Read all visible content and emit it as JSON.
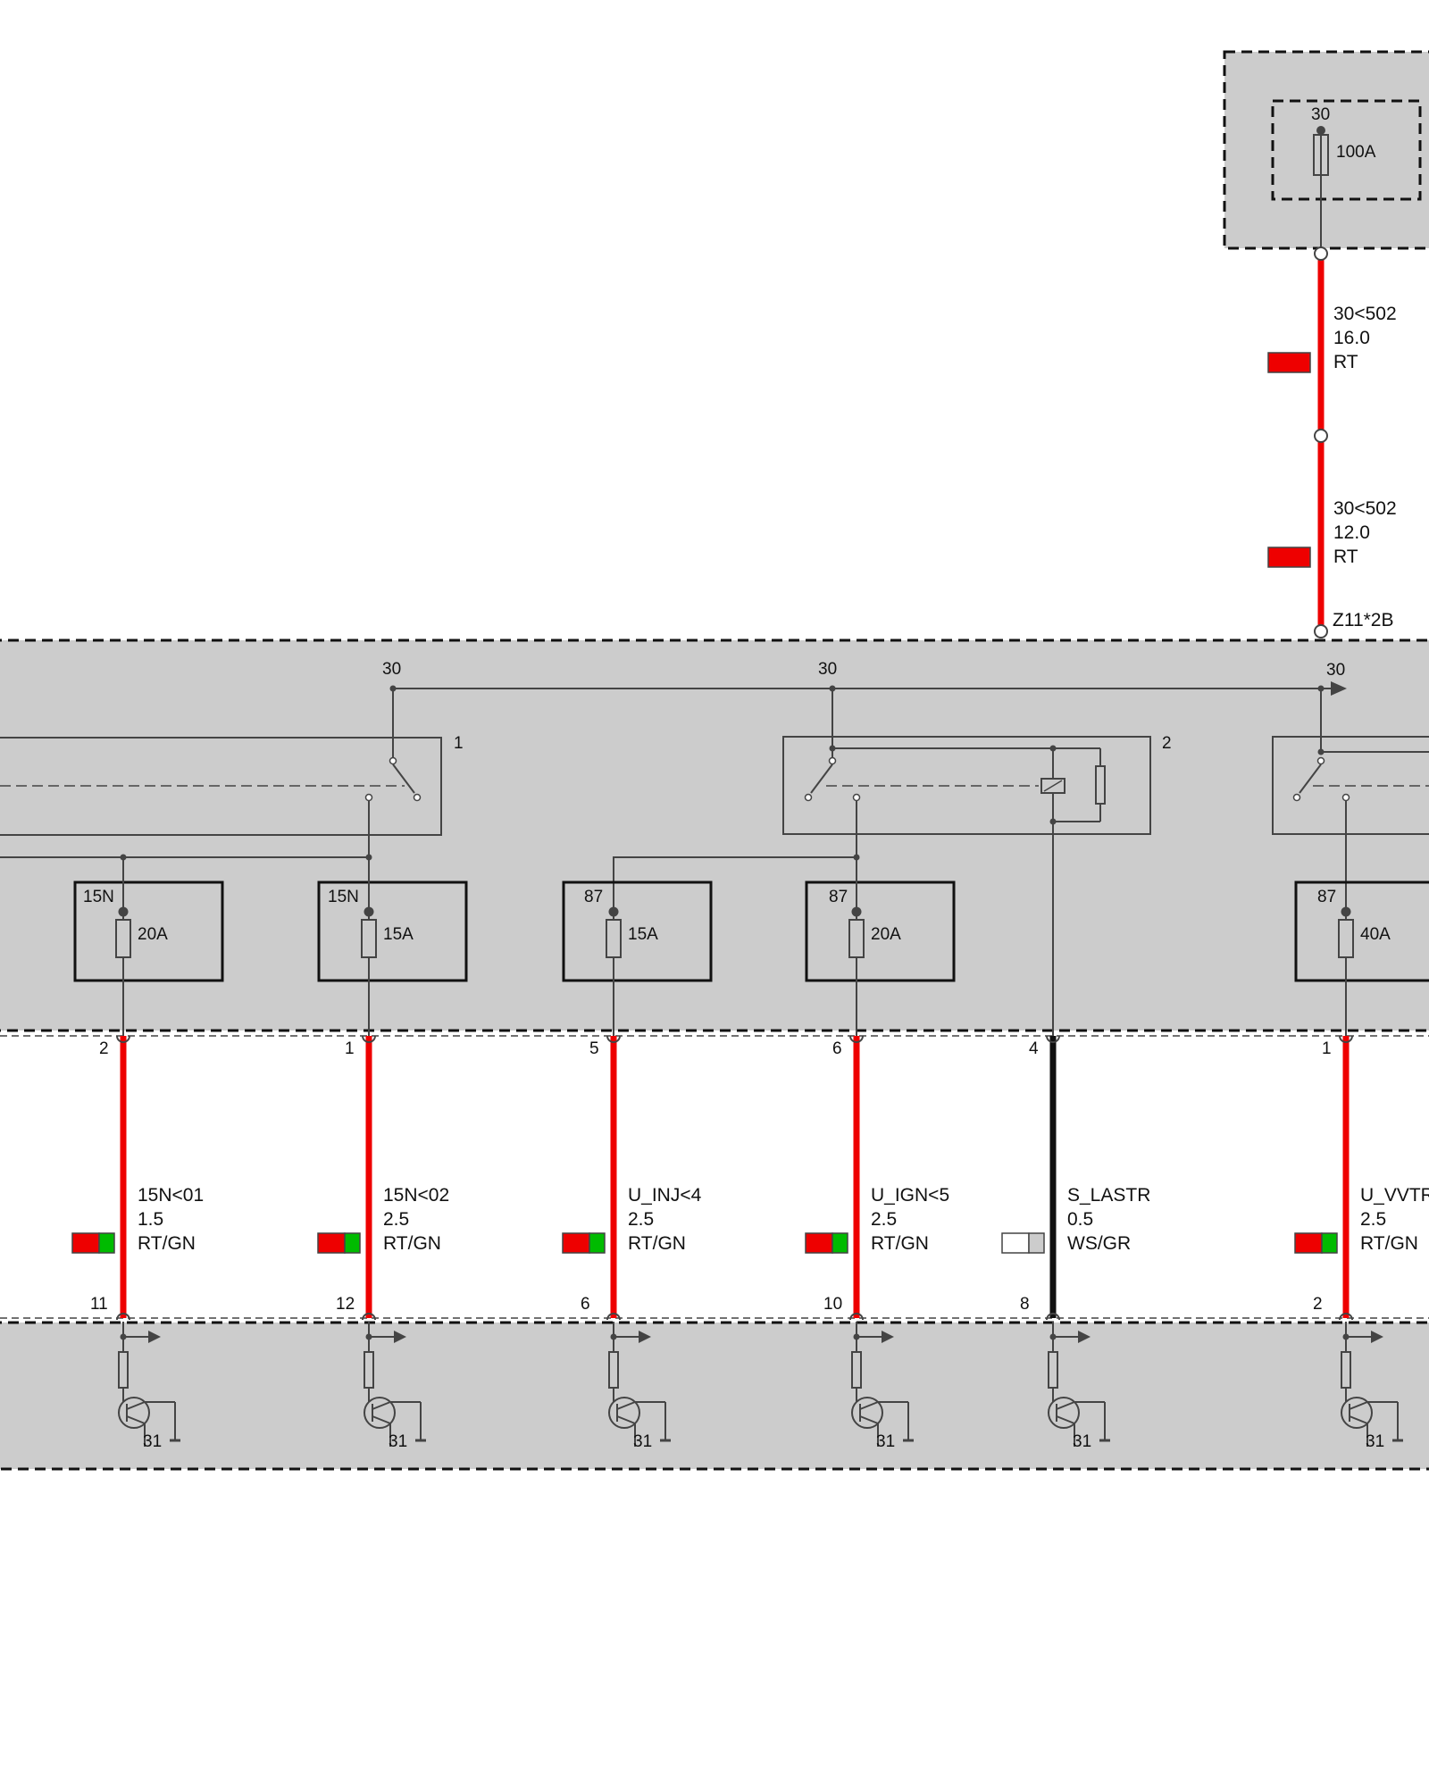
{
  "colors": {
    "box_fill": "#cccccc",
    "wire_red": "#ee0000",
    "wire_green": "#00bb00",
    "wire_black": "#111111",
    "wire_white": "#ffffff",
    "wire_gray": "#cccccc",
    "line": "#444444"
  },
  "top_box": {
    "terminal": "30",
    "fuse_rating": "100A"
  },
  "feed_segments": [
    {
      "name": "30<502",
      "size": "16.0",
      "color_code": "RT"
    },
    {
      "name": "30<502",
      "size": "12.0",
      "color_code": "RT"
    }
  ],
  "connector_label": "Z11*2B",
  "bus_terminals": [
    "30",
    "30",
    "30"
  ],
  "relays": [
    "1",
    "2"
  ],
  "fuses": [
    {
      "terminal": "15N",
      "rating": "20A"
    },
    {
      "terminal": "15N",
      "rating": "15A"
    },
    {
      "terminal": "87",
      "rating": "15A"
    },
    {
      "terminal": "87",
      "rating": "20A"
    },
    {
      "terminal": "87",
      "rating": "40A"
    }
  ],
  "wires": [
    {
      "name": "15N<01",
      "size": "1.5",
      "color_code": "RT/GN",
      "pin_top": "2",
      "pin_bottom": "11",
      "ground": "31"
    },
    {
      "name": "15N<02",
      "size": "2.5",
      "color_code": "RT/GN",
      "pin_top": "1",
      "pin_bottom": "12",
      "ground": "31"
    },
    {
      "name": "U_INJ<4",
      "size": "2.5",
      "color_code": "RT/GN",
      "pin_top": "5",
      "pin_bottom": "6",
      "ground": "31"
    },
    {
      "name": "U_IGN<5",
      "size": "2.5",
      "color_code": "RT/GN",
      "pin_top": "6",
      "pin_bottom": "10",
      "ground": "31"
    },
    {
      "name": "S_LASTR",
      "size": "0.5",
      "color_code": "WS/GR",
      "pin_top": "4",
      "pin_bottom": "8",
      "ground": "31"
    },
    {
      "name": "U_VVTR",
      "size": "2.5",
      "color_code": "RT/GN",
      "pin_top": "1",
      "pin_bottom": "2",
      "ground": "31"
    }
  ]
}
